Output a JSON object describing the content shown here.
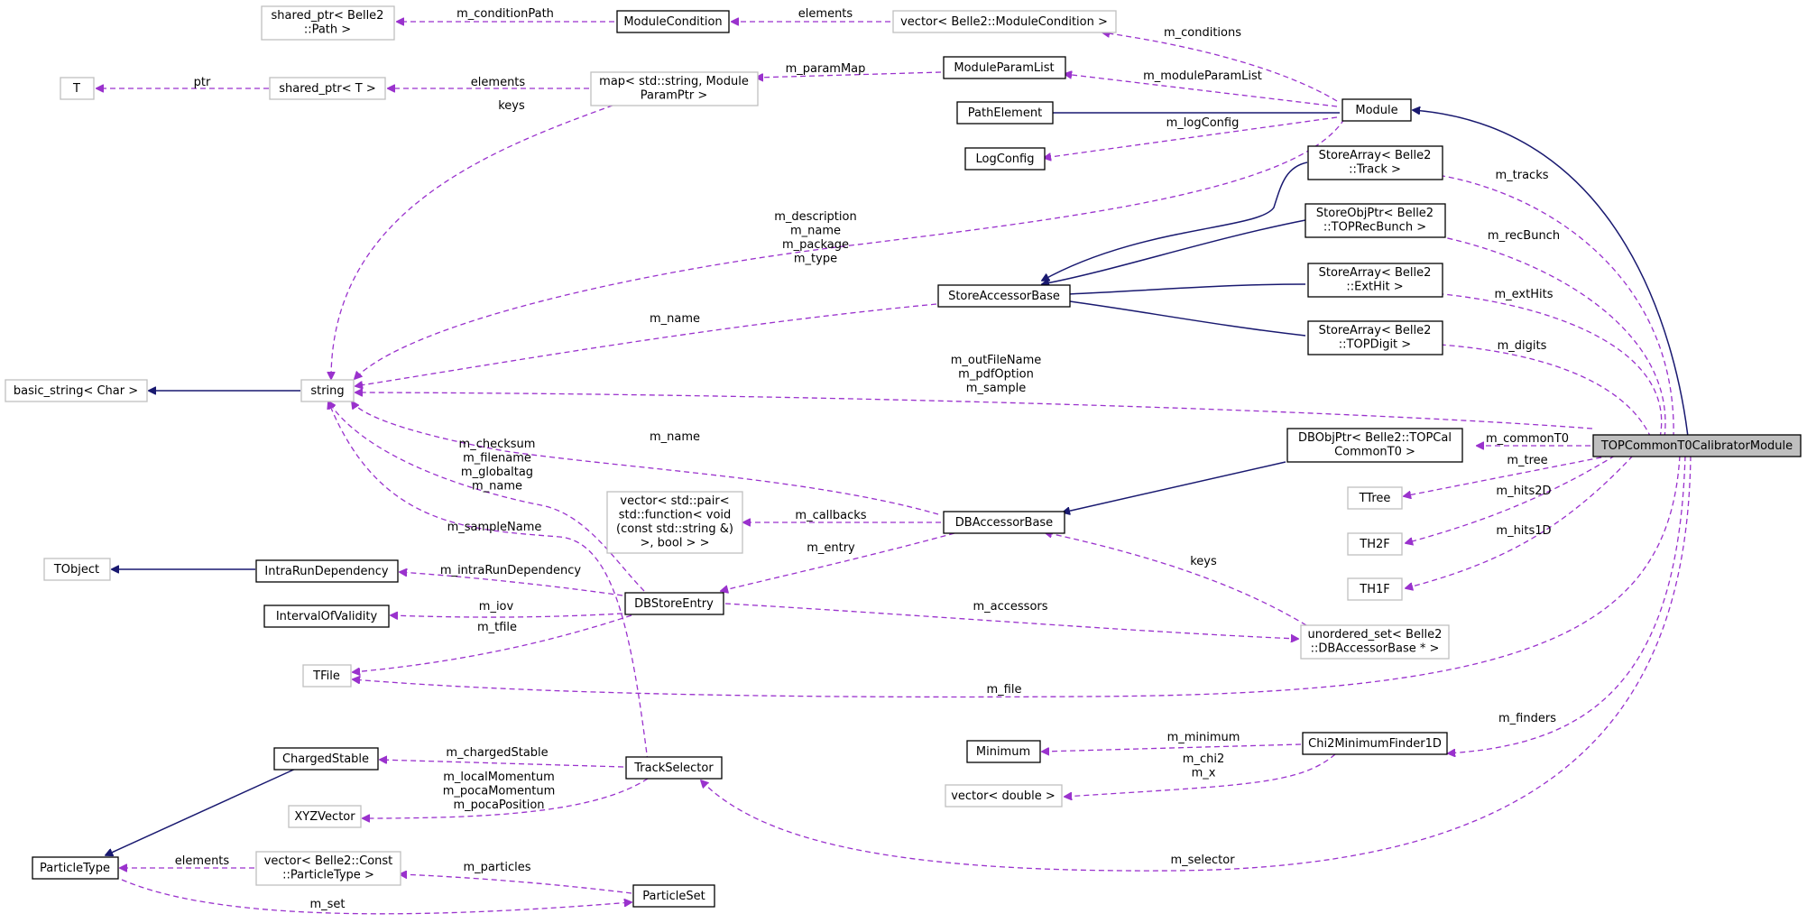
{
  "colors": {
    "inherit": "#191970",
    "usage": "#9a32cd",
    "focus_fill": "#bfbfbf",
    "external_border": "#bfbfbf"
  },
  "nodes": {
    "shared_ptr_path": [
      "shared_ptr< Belle2",
      "::Path >"
    ],
    "module_condition": [
      "ModuleCondition"
    ],
    "vector_module_condition": [
      "vector< Belle2::ModuleCondition >"
    ],
    "t": [
      "T"
    ],
    "shared_ptr_t": [
      "shared_ptr< T >"
    ],
    "map_string_param": [
      "map< std::string, Module",
      "ParamPtr >"
    ],
    "module_param_list": [
      "ModuleParamList"
    ],
    "path_element": [
      "PathElement"
    ],
    "module": [
      "Module"
    ],
    "log_config": [
      "LogConfig"
    ],
    "store_array_track": [
      "StoreArray< Belle2",
      "::Track >"
    ],
    "store_obj_ptr_recbunch": [
      "StoreObjPtr< Belle2",
      "::TOPRecBunch >"
    ],
    "store_accessor_base": [
      "StoreAccessorBase"
    ],
    "store_array_exthit": [
      "StoreArray< Belle2",
      "::ExtHit >"
    ],
    "store_array_topdigit": [
      "StoreArray< Belle2",
      "::TOPDigit >"
    ],
    "basic_string": [
      "basic_string< Char >"
    ],
    "string": [
      "string"
    ],
    "db_obj_ptr_commont0": [
      "DBObjPtr< Belle2::TOPCal",
      "CommonT0 >"
    ],
    "top_common_t0_calibrator_module": [
      "TOPCommonT0CalibratorModule"
    ],
    "vector_pair_callbacks": [
      "vector< std::pair<",
      "std::function< void",
      "(const std::string &)",
      ">, bool > >"
    ],
    "db_accessor_base": [
      "DBAccessorBase"
    ],
    "ttree": [
      "TTree"
    ],
    "th2f": [
      "TH2F"
    ],
    "tobject": [
      "TObject"
    ],
    "intra_run_dependency": [
      "IntraRunDependency"
    ],
    "th1f": [
      "TH1F"
    ],
    "interval_of_validity": [
      "IntervalOfValidity"
    ],
    "db_store_entry": [
      "DBStoreEntry"
    ],
    "unordered_set_dbaccessor": [
      "unordered_set< Belle2",
      "::DBAccessorBase * >"
    ],
    "tfile": [
      "TFile"
    ],
    "minimum": [
      "Minimum"
    ],
    "chi2_minimum_finder": [
      "Chi2MinimumFinder1D"
    ],
    "charged_stable": [
      "ChargedStable"
    ],
    "track_selector": [
      "TrackSelector"
    ],
    "vector_double": [
      "vector< double >"
    ],
    "xyz_vector": [
      "XYZVector"
    ],
    "particle_type": [
      "ParticleType"
    ],
    "vector_const_particle_type": [
      "vector< Belle2::Const",
      "::ParticleType >"
    ],
    "particle_set": [
      "ParticleSet"
    ]
  },
  "edges": {
    "m_condition_path": [
      "m_conditionPath"
    ],
    "elements_conditions": [
      "elements"
    ],
    "m_conditions": [
      "m_conditions"
    ],
    "ptr": [
      "ptr"
    ],
    "elements_shared_ptr": [
      "elements"
    ],
    "m_param_map": [
      "m_paramMap"
    ],
    "keys_map": [
      "keys"
    ],
    "m_module_param_list": [
      "m_moduleParamList"
    ],
    "m_log_config": [
      "m_logConfig"
    ],
    "module_strings": [
      "m_description",
      "m_name",
      "m_package",
      "m_type"
    ],
    "m_tracks": [
      "m_tracks"
    ],
    "m_rec_bunch": [
      "m_recBunch"
    ],
    "m_name_store": [
      "m_name"
    ],
    "m_ext_hits": [
      "m_extHits"
    ],
    "m_digits": [
      "m_digits"
    ],
    "calibrator_strings": [
      "m_outFileName",
      "m_pdfOption",
      "m_sample"
    ],
    "m_name_db": [
      "m_name"
    ],
    "m_common_t0": [
      "m_commonT0"
    ],
    "m_tree": [
      "m_tree"
    ],
    "dbstore_strings": [
      "m_checksum",
      "m_filename",
      "m_globaltag",
      "m_name"
    ],
    "m_callbacks": [
      "m_callbacks"
    ],
    "m_hits2d": [
      "m_hits2D"
    ],
    "m_sample_name": [
      "m_sampleName"
    ],
    "m_entry": [
      "m_entry"
    ],
    "keys_unordered": [
      "keys"
    ],
    "m_hits1d": [
      "m_hits1D"
    ],
    "m_intra_run_dependency": [
      "m_intraRunDependency"
    ],
    "m_iov": [
      "m_iov"
    ],
    "m_accessors": [
      "m_accessors"
    ],
    "m_tfile": [
      "m_tfile"
    ],
    "m_file": [
      "m_file"
    ],
    "m_finders": [
      "m_finders"
    ],
    "m_minimum": [
      "m_minimum"
    ],
    "m_charged_stable": [
      "m_chargedStable"
    ],
    "m_chi2_x": [
      "m_chi2",
      "m_x"
    ],
    "track_vectors": [
      "m_localMomentum",
      "m_pocaMomentum",
      "m_pocaPosition"
    ],
    "elements_particle": [
      "elements"
    ],
    "m_particles": [
      "m_particles"
    ],
    "m_selector": [
      "m_selector"
    ],
    "m_set": [
      "m_set"
    ]
  }
}
